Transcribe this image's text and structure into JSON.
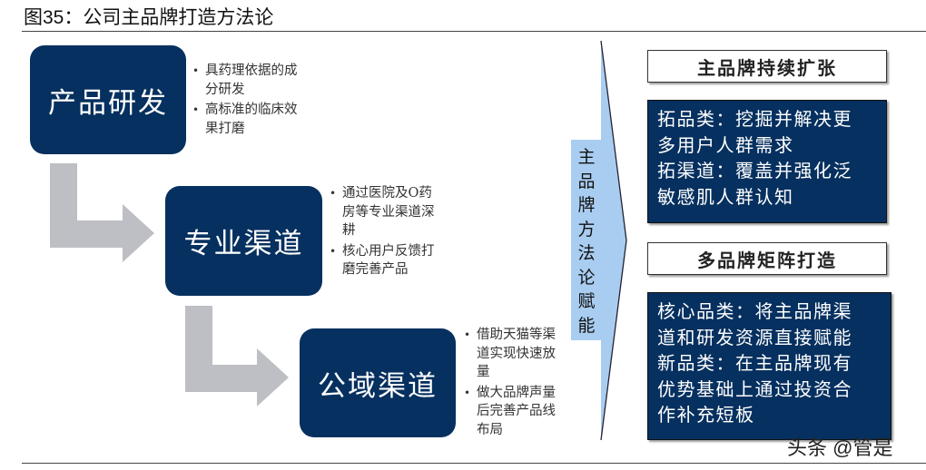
{
  "title": "图35：公司主品牌打造方法论",
  "steps": [
    {
      "label": "产品研发",
      "bullets": [
        "具药理依据的成分研发",
        "高标准的临床效果打磨"
      ]
    },
    {
      "label": "专业渠道",
      "bullets": [
        "通过医院及O药房等专业渠道深耕",
        "核心用户反馈打磨完善产品"
      ]
    },
    {
      "label": "公域渠道",
      "bullets": [
        "借助天猫等渠道实现快速放量",
        "做大品牌声量后完善产品线布局"
      ]
    }
  ],
  "arrow_label": "主品牌方法论赋能",
  "right": [
    {
      "heading": "主品牌持续扩张",
      "lines": [
        "拓品类：挖掘并解决更",
        "多用户人群需求",
        "拓渠道：覆盖并强化泛",
        "敏感肌人群认知"
      ]
    },
    {
      "heading": "多品牌矩阵打造",
      "lines": [
        "核心品类：将主品牌渠",
        "道和研发资源直接赋能",
        "新品类：在主品牌现有",
        "优势基础上通过投资合",
        "作补充短板"
      ]
    }
  ],
  "watermark": "头条 @管是",
  "colors": {
    "navy": "#06305f",
    "arrow_gray": "#bdbfc4",
    "arrow_blue": "#a9cdf0"
  }
}
